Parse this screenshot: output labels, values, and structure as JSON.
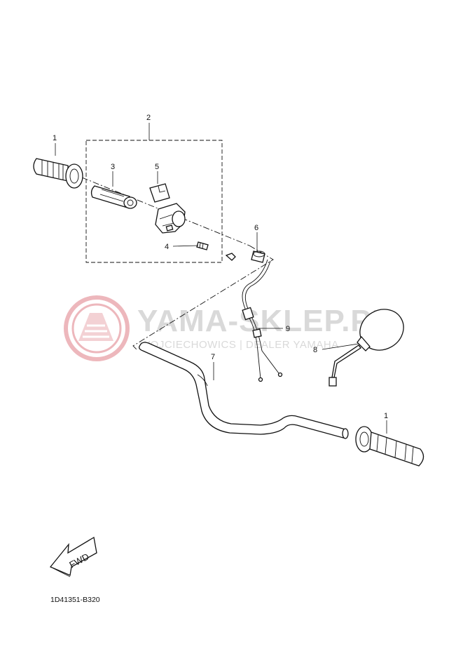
{
  "watermark": {
    "title": "YAMA-SKLEP.PL",
    "subtitle": "WOJCIECHOWICS | DEALER YAMAHA",
    "logo_color": "#e8a0a6",
    "text_color": "#d9d9d9"
  },
  "callouts": [
    {
      "id": "1",
      "text": "1"
    },
    {
      "id": "2",
      "text": "2"
    },
    {
      "id": "3",
      "text": "3"
    },
    {
      "id": "4",
      "text": "4"
    },
    {
      "id": "5",
      "text": "5"
    },
    {
      "id": "6",
      "text": "6"
    },
    {
      "id": "7",
      "text": "7"
    },
    {
      "id": "8",
      "text": "8"
    },
    {
      "id": "9",
      "text": "9"
    },
    {
      "id": "1b",
      "text": "1"
    }
  ],
  "fwd_label": "FWD",
  "diagram_ref": "1D41351-B320",
  "icons": [
    "yamaha-logo-icon",
    "fwd-arrow-icon"
  ]
}
